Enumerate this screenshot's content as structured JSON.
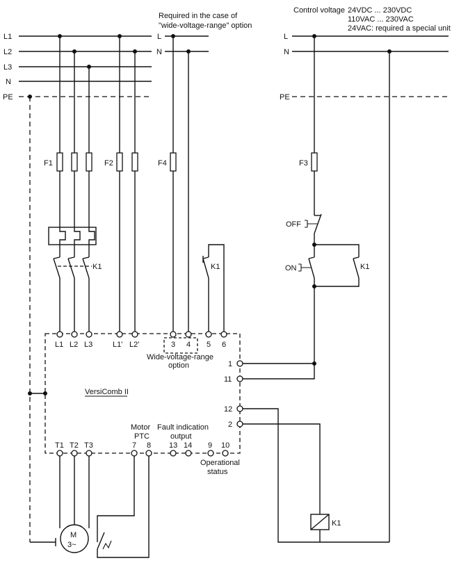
{
  "labels": {
    "bus_L1": "L1",
    "bus_L2": "L2",
    "bus_L3": "L3",
    "bus_N": "N",
    "bus_PE": "PE",
    "aux_L": "L",
    "aux_N": "N",
    "ctrl_L": "L",
    "ctrl_N": "N",
    "ctrl_PE": "PE",
    "note_wide_1": "Required in the case of",
    "note_wide_2": "\"wide-voltage-range\" option",
    "ctrl_title": "Control voltage",
    "ctrl_v1": "24VDC ... 230VDC",
    "ctrl_v2": "110VAC ... 230VAC",
    "ctrl_v3": "24VAC: required a special unit",
    "fuse_F1": "F1",
    "fuse_F2": "F2",
    "fuse_F3": "F3",
    "fuse_F4": "F4",
    "k1_main": "K1",
    "k1_aux": "K1",
    "k1_hold": "K1",
    "k1_coil": "K1",
    "off": "OFF",
    "on": "ON",
    "t_L1": "L1",
    "t_L2": "L2",
    "t_L3": "L3",
    "t_L1p": "L1'",
    "t_L2p": "L2'",
    "t_3": "3",
    "t_4": "4",
    "t_5": "5",
    "t_6": "6",
    "wide_opt_1": "Wide-voltage-range",
    "wide_opt_2": "option",
    "t_1": "1",
    "t_11": "11",
    "t_12": "12",
    "t_2": "2",
    "device": "VersiComb II",
    "motor_ptc_1": "Motor",
    "motor_ptc_2": "PTC",
    "fault_1": "Fault indication",
    "fault_2": "output",
    "t_T1": "T1",
    "t_T2": "T2",
    "t_T3": "T3",
    "t_7": "7",
    "t_8": "8",
    "t_13": "13",
    "t_14": "14",
    "t_9": "9",
    "t_10": "10",
    "op_1": "Operational",
    "op_2": "status",
    "motor_M": "M",
    "motor_3": "3~"
  }
}
